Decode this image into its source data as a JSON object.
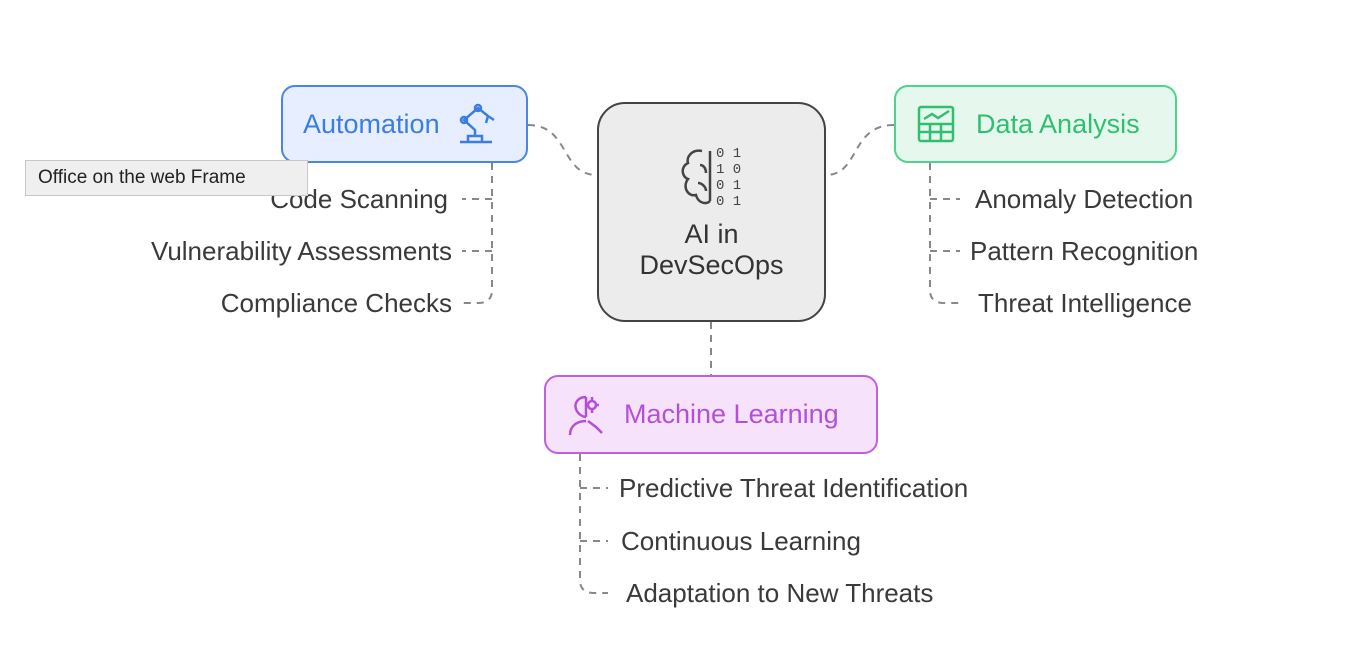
{
  "center": {
    "title_line1": "AI in",
    "title_line2": "DevSecOps",
    "icon": "brain-binary-icon"
  },
  "branches": [
    {
      "label": "Automation",
      "icon": "robot-arm-icon",
      "color": "#3b7de0",
      "items": [
        "Code Scanning",
        "Vulnerability Assessments",
        "Compliance Checks"
      ]
    },
    {
      "label": "Data Analysis",
      "icon": "chart-table-icon",
      "color": "#2fbf71",
      "items": [
        "Anomaly Detection",
        "Pattern Recognition",
        "Threat Intelligence"
      ]
    },
    {
      "label": "Machine Learning",
      "icon": "head-gear-icon",
      "color": "#b450d8",
      "items": [
        "Predictive Threat Identification",
        "Continuous Learning",
        "Adaptation to New Threats"
      ]
    }
  ],
  "tooltip": "Office on the web Frame"
}
